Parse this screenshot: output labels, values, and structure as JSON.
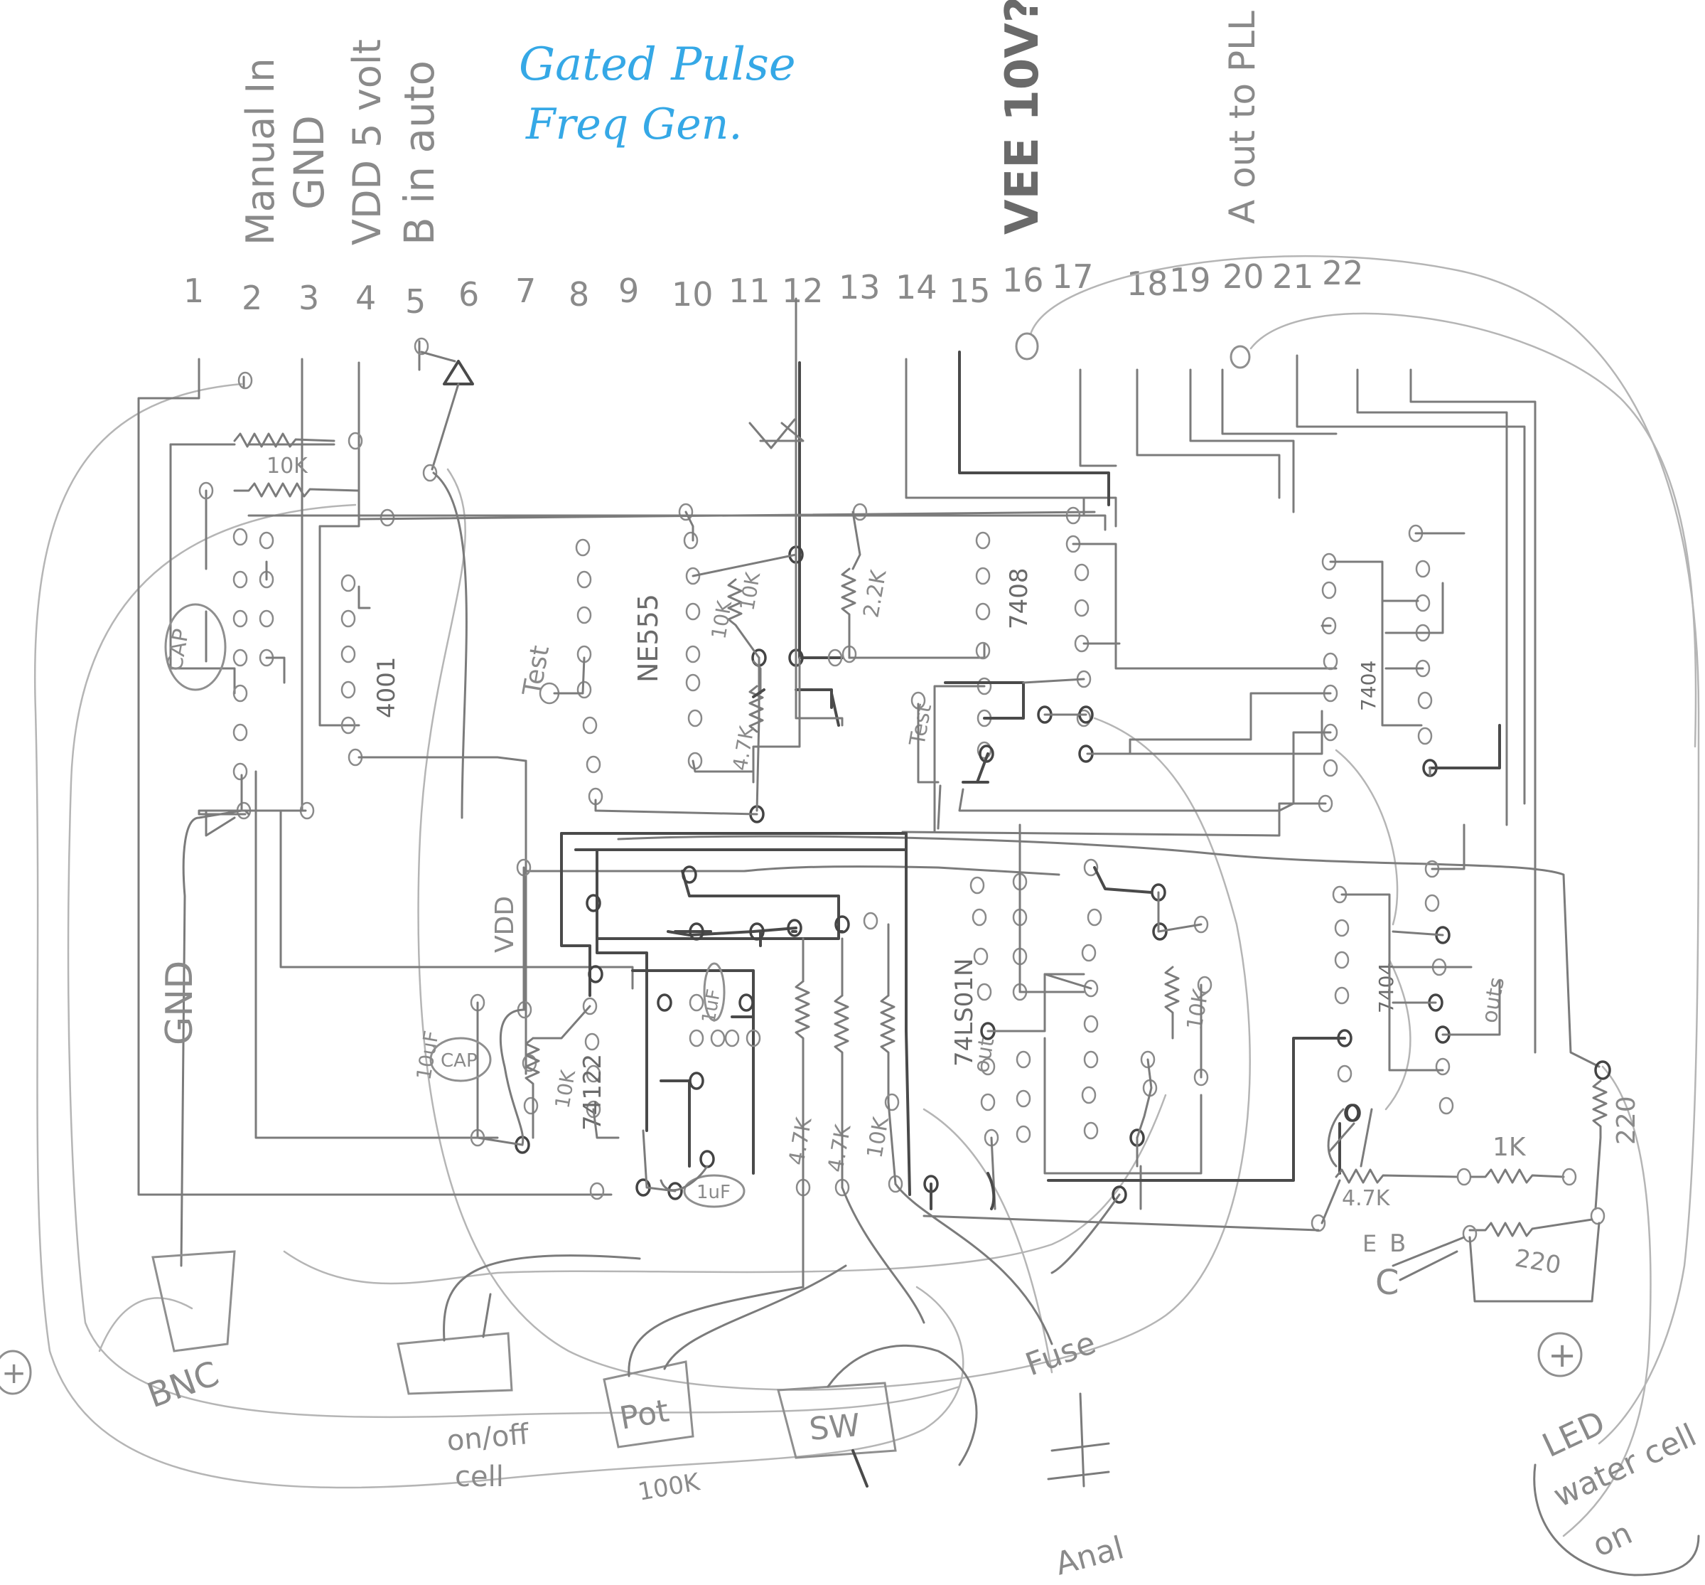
{
  "title": {
    "line1": "Gated Pulse",
    "line2": "Freq Gen.",
    "color": "#35a8e6"
  },
  "header_labels": [
    "Manual In",
    "GND",
    "VDD 5 volt",
    "B in auto",
    "VEE 10V?",
    "A out to PLL"
  ],
  "pin_numbers": [
    "1",
    "2",
    "3",
    "4",
    "5",
    "6",
    "7",
    "8",
    "9",
    "10",
    "11",
    "12",
    "13",
    "14",
    "15",
    "16",
    "17",
    "18",
    "19",
    "20",
    "21",
    "22"
  ],
  "chips": {
    "u4001a": "4001",
    "u555": "NE555",
    "u7408": "7408",
    "u7404a": "7404",
    "u74122": "74122",
    "u74ls": "74LS01N",
    "u7404b": "7404"
  },
  "labels": {
    "gnd_side": "GND",
    "vdd_side": "VDD",
    "test1": "Test",
    "test2": "Test",
    "out_a": "out",
    "out_b": "outs",
    "emitter": "E",
    "base": "B",
    "collector": "C",
    "plus_left": "+",
    "plus_right": "+"
  },
  "components": {
    "r_10k_top": "10K",
    "r_10k_555": "10K",
    "r_22k": "2.2K",
    "r_47k_555": "4.7K",
    "cap_10uf_top": "CAP",
    "cap_10uf": "10uF",
    "cap_10uf_oval": "CAP",
    "r_10k_122": "10K",
    "cap_1uf_a": "1uF",
    "cap_1uf_b": "1uF",
    "r_47k_a": "4.7K",
    "r_47k_b": "4.7K",
    "r_10k_c": "10K",
    "r_10k_right": "10K",
    "r_47k_right": "4.7K",
    "r_1k": "1K",
    "r_220_a": "220",
    "r_220_b": "220"
  },
  "panel": {
    "bnc": "BNC",
    "onoff": "on/off",
    "onoff2": "cell",
    "pot": "Pot",
    "pot_value": "100K",
    "sw": "SW",
    "fuse": "Fuse",
    "led1": "LED",
    "led2": "water cell",
    "led3": "on",
    "bottom": "Anal"
  }
}
